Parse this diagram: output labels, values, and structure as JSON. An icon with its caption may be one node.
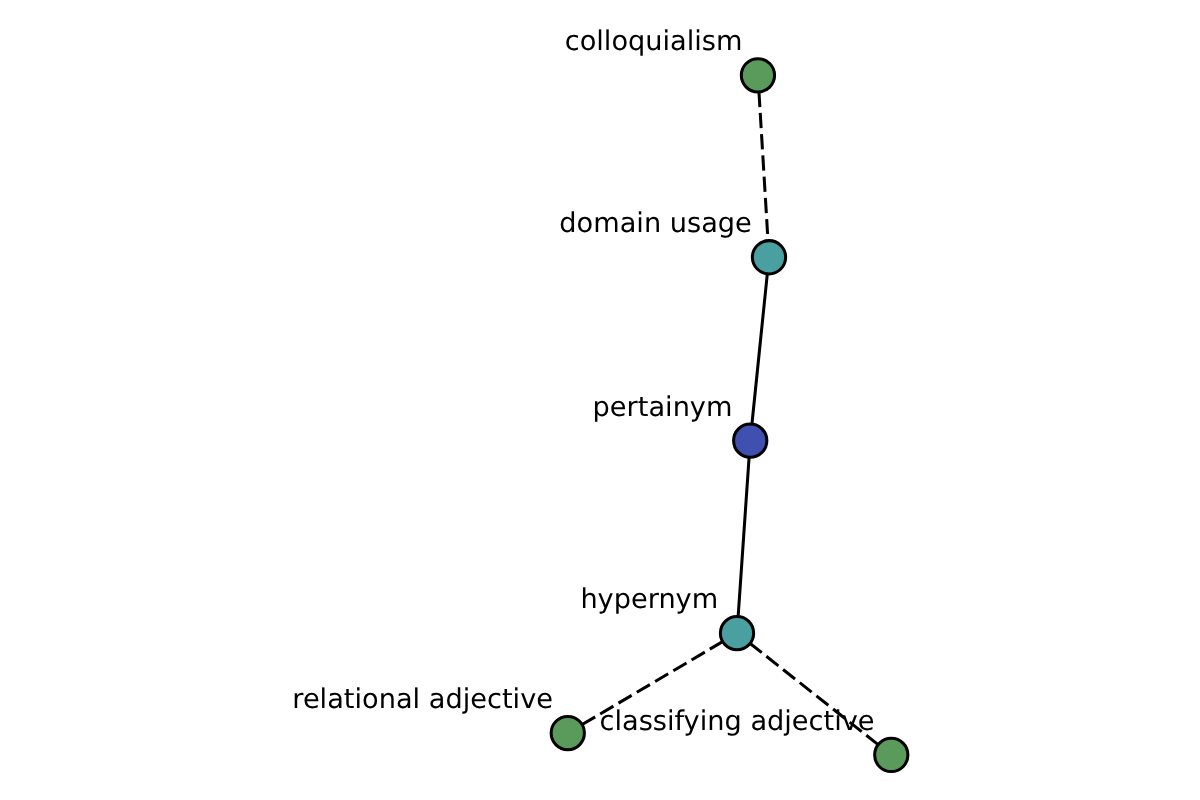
{
  "diagram": {
    "nodes": [
      {
        "text": [
          "relational adjective"
        ]
      },
      {
        "text": [
          "classifying adjective"
        ]
      },
      {
        "text": [
          "hypernym"
        ]
      },
      {
        "text": [
          "colloquialism"
        ]
      },
      {
        "text": [
          "domain usage"
        ]
      },
      {
        "text": [
          "pertainym"
        ]
      }
    ],
    "edges": [
      {
        "from": 0,
        "to": 2,
        "arrow": "none",
        "style": "dashed"
      },
      {
        "from": 1,
        "to": 2,
        "arrow": "none",
        "style": "dashed"
      },
      {
        "from": 2,
        "to": 5,
        "arrow": "none"
      },
      {
        "from": 3,
        "to": 4,
        "arrow": "none",
        "style": "dashed"
      },
      {
        "from": 4,
        "to": 5,
        "arrow": "none"
      }
    ]
  }
}
